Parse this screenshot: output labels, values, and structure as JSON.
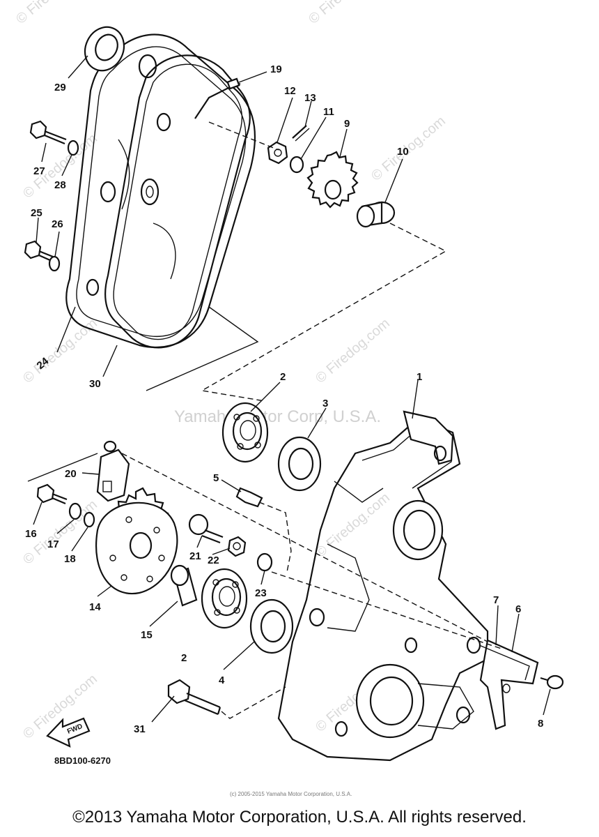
{
  "diagram_code": "8BD100-6270",
  "fine_print": "(c) 2005-2015 Yamaha Motor Corporation, U.S.A.",
  "center_watermark": "Yamaha Motor Corp, U.S.A.",
  "watermark_text": "© Firedog.com",
  "fwd_label": "FWD",
  "copyright": "©2013 Yamaha Motor Corporation, U.S.A. All rights reserved.",
  "callouts": {
    "c1": "1",
    "c2a": "2",
    "c2b": "2",
    "c3": "3",
    "c4": "4",
    "c5": "5",
    "c6": "6",
    "c7": "7",
    "c8": "8",
    "c9": "9",
    "c10": "10",
    "c11": "11",
    "c12": "12",
    "c13": "13",
    "c14": "14",
    "c15": "15",
    "c16": "16",
    "c17": "17",
    "c18": "18",
    "c19": "19",
    "c20": "20",
    "c21": "21",
    "c22": "22",
    "c23": "23",
    "c24": "24",
    "c25": "25",
    "c26": "26",
    "c27": "27",
    "c28": "28",
    "c29": "29",
    "c30": "30",
    "c31": "31"
  }
}
